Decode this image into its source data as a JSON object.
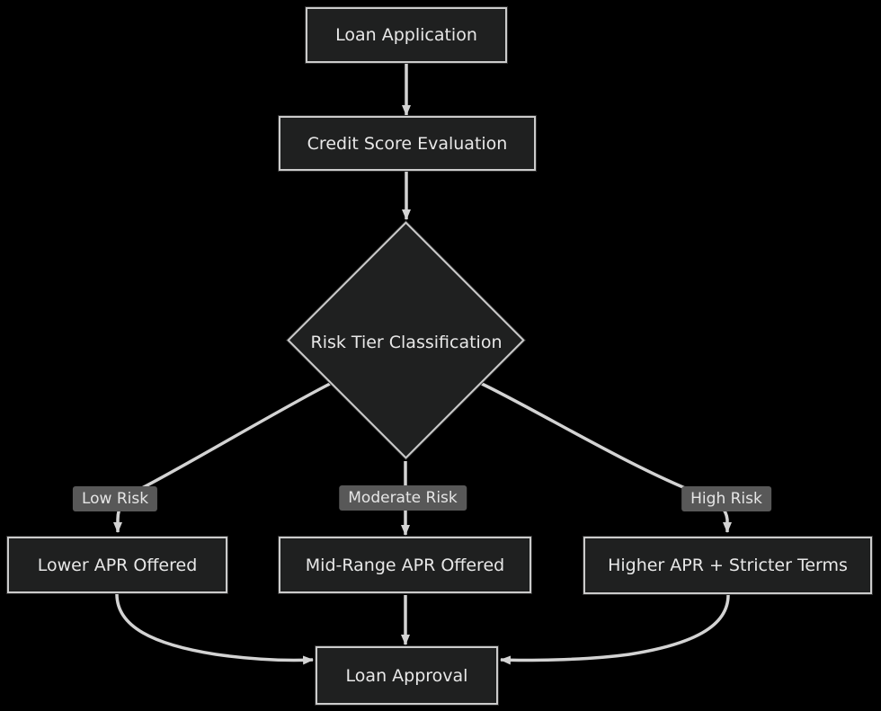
{
  "diagram": {
    "type": "flowchart",
    "direction": "top-down",
    "background_color": "#000000",
    "colors": {
      "node_fill": "#1f2020",
      "node_border": "#cbcbcb",
      "node_text": "#e8e8e8",
      "edge_line": "#d3d3d3",
      "edge_label_bg": "#585858",
      "edge_label_text": "#e6e6e6"
    },
    "nodes": [
      {
        "id": "loan_application",
        "label": "Loan Application",
        "shape": "rect"
      },
      {
        "id": "credit_score_evaluation",
        "label": "Credit Score Evaluation",
        "shape": "rect"
      },
      {
        "id": "risk_tier_classification",
        "label": "Risk Tier Classification",
        "shape": "diamond"
      },
      {
        "id": "lower_apr",
        "label": "Lower APR Offered",
        "shape": "rect"
      },
      {
        "id": "mid_range_apr",
        "label": "Mid-Range APR Offered",
        "shape": "rect"
      },
      {
        "id": "higher_apr",
        "label": "Higher APR + Stricter Terms",
        "shape": "rect"
      },
      {
        "id": "loan_approval",
        "label": "Loan Approval",
        "shape": "rect"
      }
    ],
    "edges": [
      {
        "from": "loan_application",
        "to": "credit_score_evaluation",
        "label": ""
      },
      {
        "from": "credit_score_evaluation",
        "to": "risk_tier_classification",
        "label": ""
      },
      {
        "from": "risk_tier_classification",
        "to": "lower_apr",
        "label": "Low Risk"
      },
      {
        "from": "risk_tier_classification",
        "to": "mid_range_apr",
        "label": "Moderate Risk"
      },
      {
        "from": "risk_tier_classification",
        "to": "higher_apr",
        "label": "High Risk"
      },
      {
        "from": "lower_apr",
        "to": "loan_approval",
        "label": ""
      },
      {
        "from": "mid_range_apr",
        "to": "loan_approval",
        "label": ""
      },
      {
        "from": "higher_apr",
        "to": "loan_approval",
        "label": ""
      }
    ]
  }
}
